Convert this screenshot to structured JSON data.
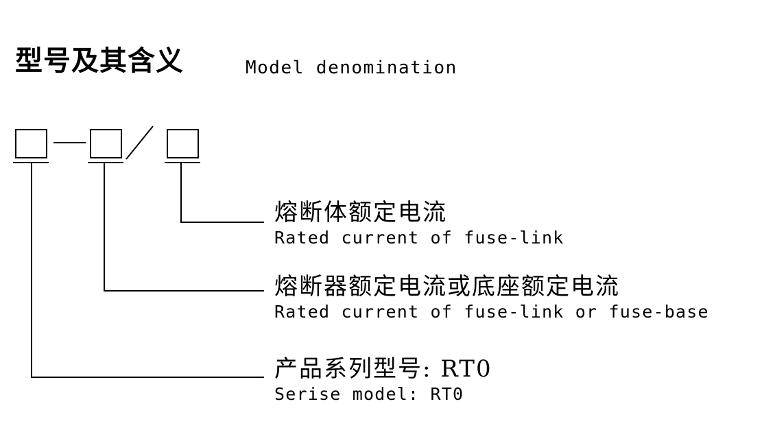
{
  "title": {
    "zh": "型号及其含义",
    "en": "Model denomination"
  },
  "symbol_row": {
    "box_1_label": "",
    "separator_dash": "—",
    "box_2_label": "",
    "separator_slash": "/",
    "box_3_label": ""
  },
  "descriptions": [
    {
      "zh": "熔断体额定电流",
      "en": "Rated current of fuse-link",
      "refers_to": "box-3"
    },
    {
      "zh": "熔断器额定电流或底座额定电流",
      "en": "Rated current of fuse-link or fuse-base",
      "refers_to": "box-2"
    },
    {
      "zh": "产品系列型号: RT0",
      "en": "Serise model: RT0",
      "refers_to": "box-1"
    }
  ],
  "colors": {
    "ink": "#000000",
    "background": "#ffffff"
  }
}
